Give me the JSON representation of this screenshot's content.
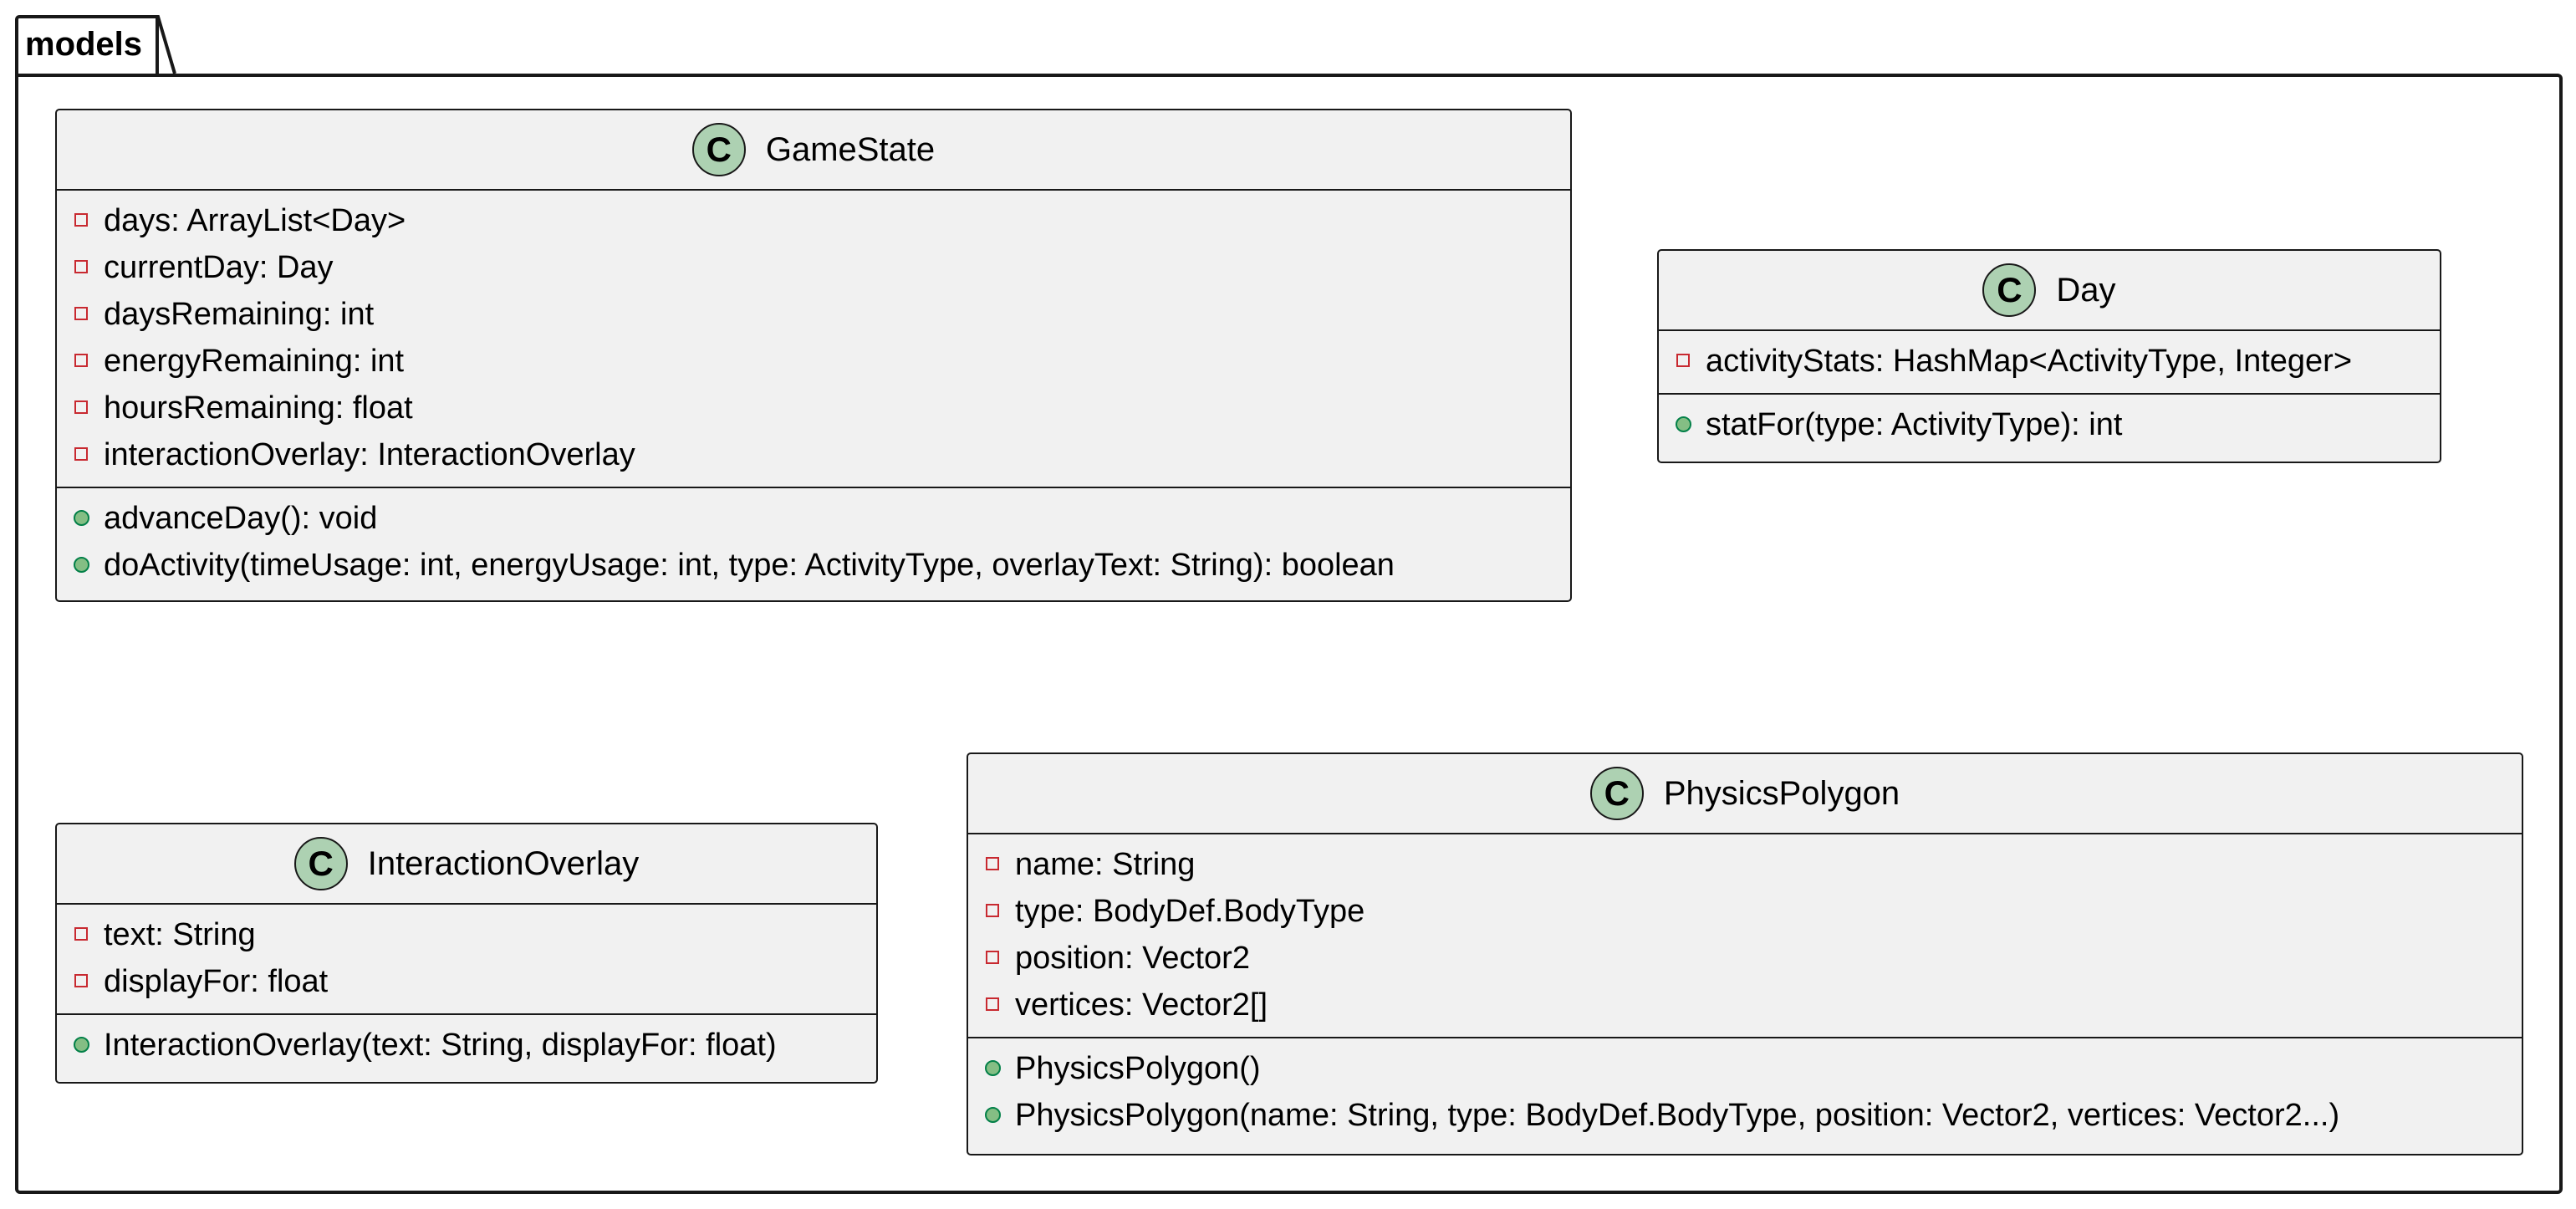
{
  "package": {
    "name": "models"
  },
  "classes": {
    "gamestate": {
      "badge": "C",
      "name": "GameState",
      "fields": [
        "days: ArrayList<Day>",
        "currentDay: Day",
        "daysRemaining: int",
        "energyRemaining: int",
        "hoursRemaining: float",
        "interactionOverlay: InteractionOverlay"
      ],
      "methods": [
        "advanceDay(): void",
        "doActivity(timeUsage: int, energyUsage: int, type: ActivityType, overlayText: String): boolean"
      ]
    },
    "day": {
      "badge": "C",
      "name": "Day",
      "fields": [
        "activityStats: HashMap<ActivityType, Integer>"
      ],
      "methods": [
        "statFor(type: ActivityType): int"
      ]
    },
    "interactionoverlay": {
      "badge": "C",
      "name": "InteractionOverlay",
      "fields": [
        "text: String",
        "displayFor: float"
      ],
      "methods": [
        "InteractionOverlay(text: String, displayFor: float)"
      ]
    },
    "physicspolygon": {
      "badge": "C",
      "name": "PhysicsPolygon",
      "fields": [
        "name: String",
        "type: BodyDef.BodyType",
        "position: Vector2",
        "vertices: Vector2[]"
      ],
      "methods": [
        "PhysicsPolygon()",
        "PhysicsPolygon(name: String, type: BodyDef.BodyType, position: Vector2, vertices: Vector2...)"
      ]
    }
  },
  "colors": {
    "badge_fill": "#add1b2",
    "box_fill": "#f1f1f1",
    "private_marker": "#c82930",
    "public_marker": "#84be84",
    "line": "#181818"
  }
}
